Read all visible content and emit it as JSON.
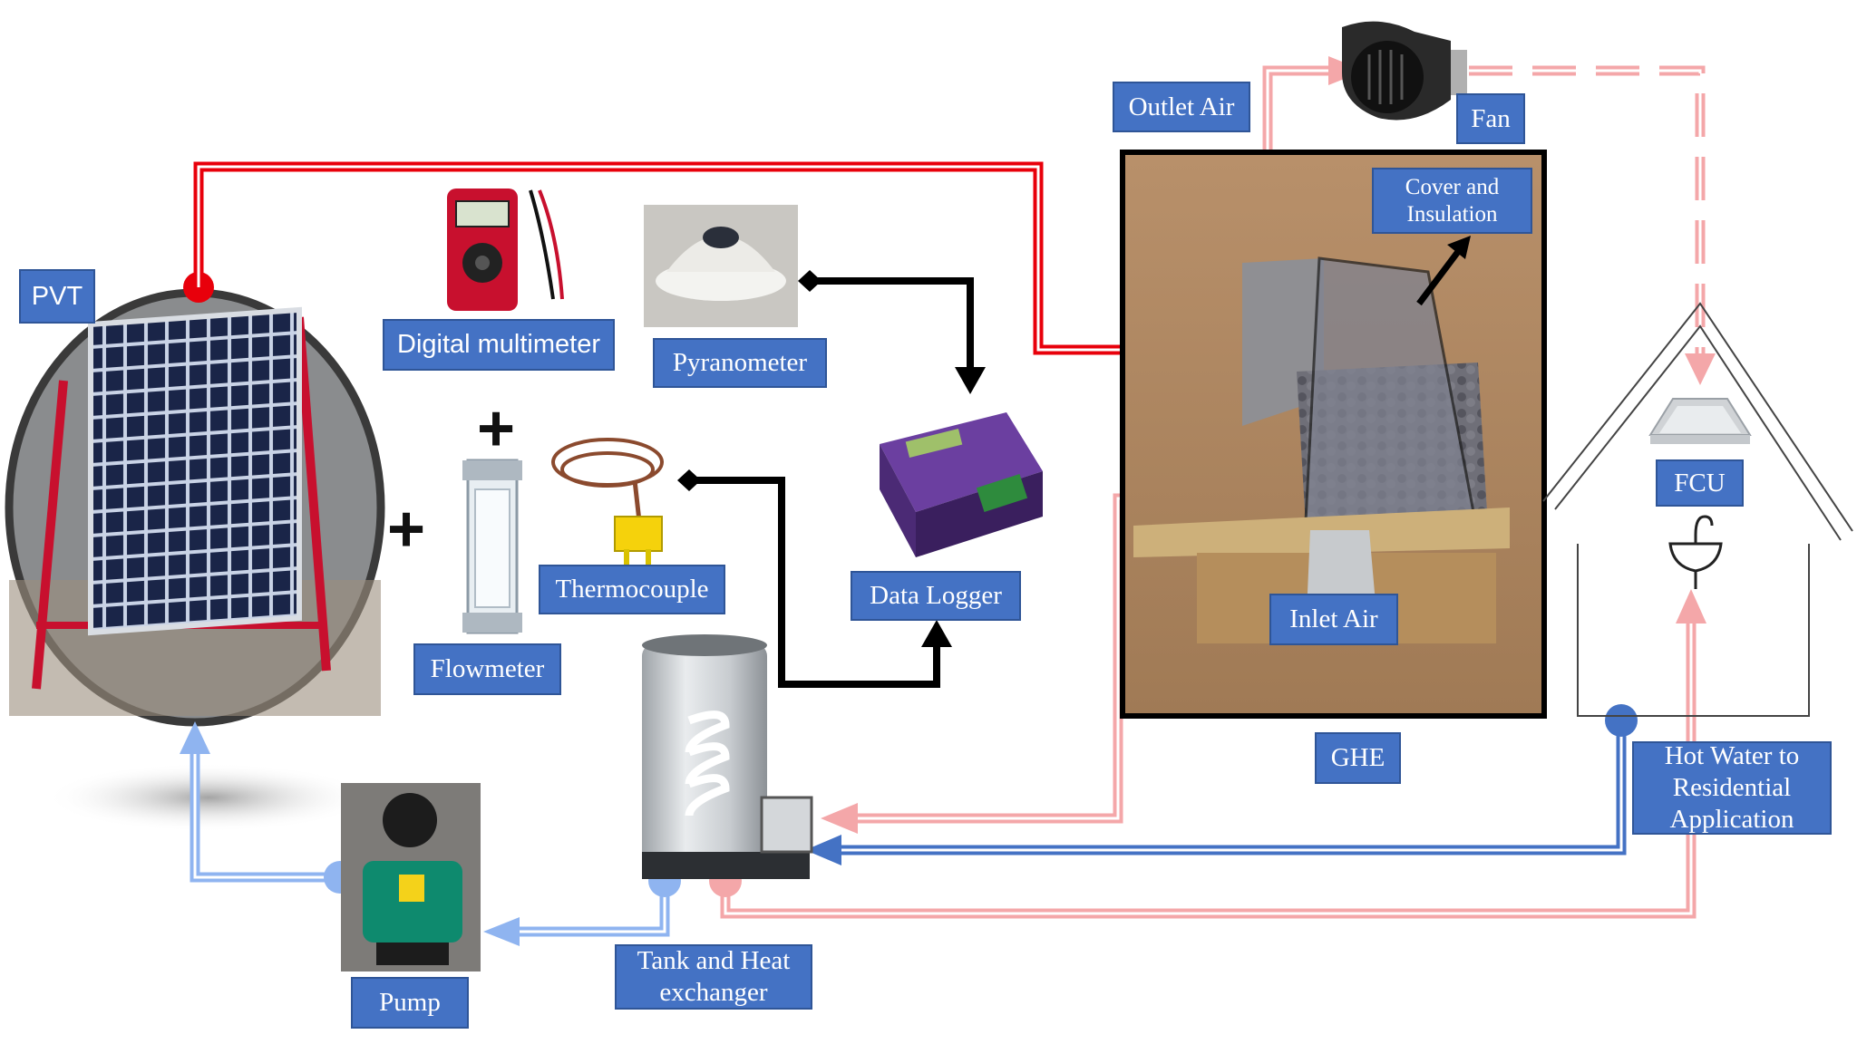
{
  "labels": {
    "pvt": "PVT",
    "digital_multimeter": "Digital multimeter",
    "pyranometer": "Pyranometer",
    "thermocouple": "Thermocouple",
    "flowmeter": "Flowmeter",
    "data_logger": "Data Logger",
    "outlet_air": "Outlet Air",
    "fan": "Fan",
    "cover_insulation": "Cover and Insulation",
    "inlet_air": "Inlet Air",
    "ghe": "GHE",
    "fcu": "FCU",
    "hot_water": "Hot Water to Residential Application",
    "pump": "Pump",
    "tank": "Tank and Heat exchanger"
  },
  "symbols": {
    "plus": "+"
  },
  "colors": {
    "label_fill": "#4472c4",
    "hot_line": "#e8000b",
    "warm_line": "#f4a7a9",
    "cold_line": "#4472c4",
    "cool_line": "#8fb4f0",
    "signal_line": "#000000"
  }
}
